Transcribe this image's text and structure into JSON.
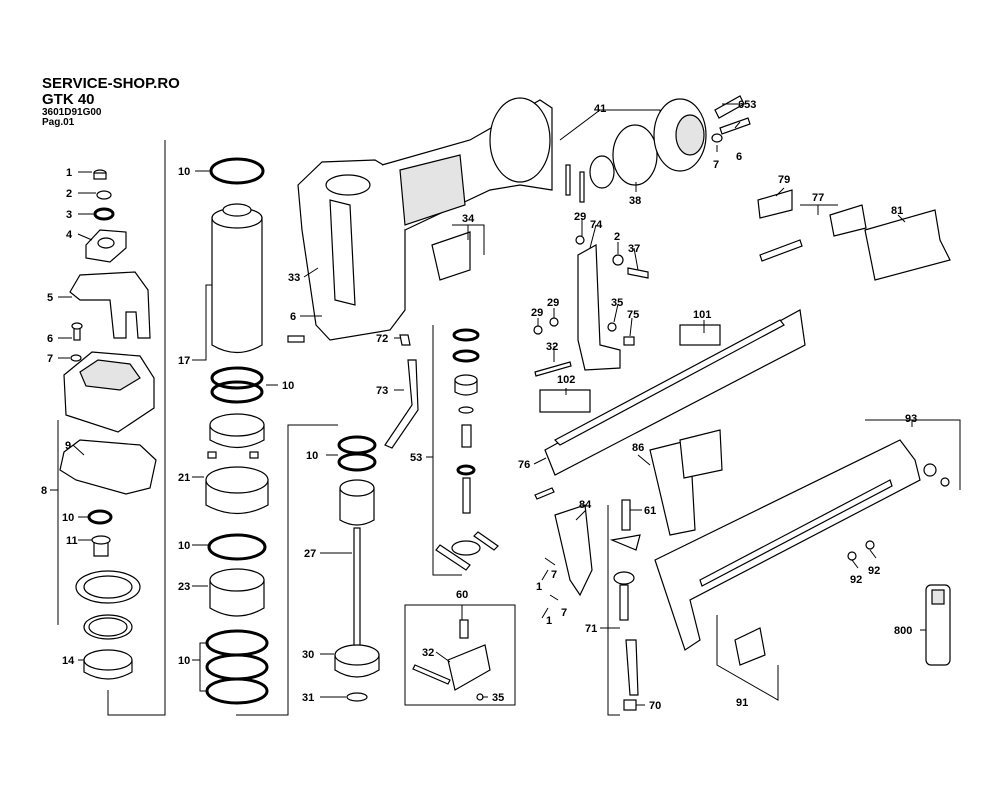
{
  "header": {
    "site": "SERVICE-SHOP.RO",
    "model": "GTK 40",
    "code": "3601D91G00",
    "page": "Pag.01"
  },
  "diagram": {
    "labels": {
      "l1a": "1",
      "l2a": "2",
      "l3": "3",
      "l4": "4",
      "l5": "5",
      "l6a": "6",
      "l7a": "7",
      "l8": "8",
      "l9": "9",
      "l10a": "10",
      "l10b": "10",
      "l10c": "10",
      "l10d": "10",
      "l10e": "10",
      "l10f": "10",
      "l11": "11",
      "l14": "14",
      "l17": "17",
      "l21": "21",
      "l23": "23",
      "l27": "27",
      "l29a": "29",
      "l29b": "29",
      "l29c": "29",
      "l30": "30",
      "l31": "31",
      "l32a": "32",
      "l32b": "32",
      "l33": "33",
      "l34": "34",
      "l35a": "35",
      "l35b": "35",
      "l37": "37",
      "l38": "38",
      "l41": "41",
      "l53": "53",
      "l60": "60",
      "l61": "61",
      "l6b": "6",
      "l6c": "6",
      "l7b": "7",
      "l7c": "7",
      "l7d": "7",
      "l1b": "1",
      "l1c": "1",
      "l2b": "2",
      "l70": "70",
      "l71": "71",
      "l72": "72",
      "l73": "73",
      "l74": "74",
      "l75": "75",
      "l76": "76",
      "l77": "77",
      "l79": "79",
      "l81": "81",
      "l84": "84",
      "l86": "86",
      "l91": "91",
      "l92a": "92",
      "l92b": "92",
      "l93": "93",
      "l101": "101",
      "l102": "102",
      "l653": "653",
      "l800": "800"
    }
  }
}
